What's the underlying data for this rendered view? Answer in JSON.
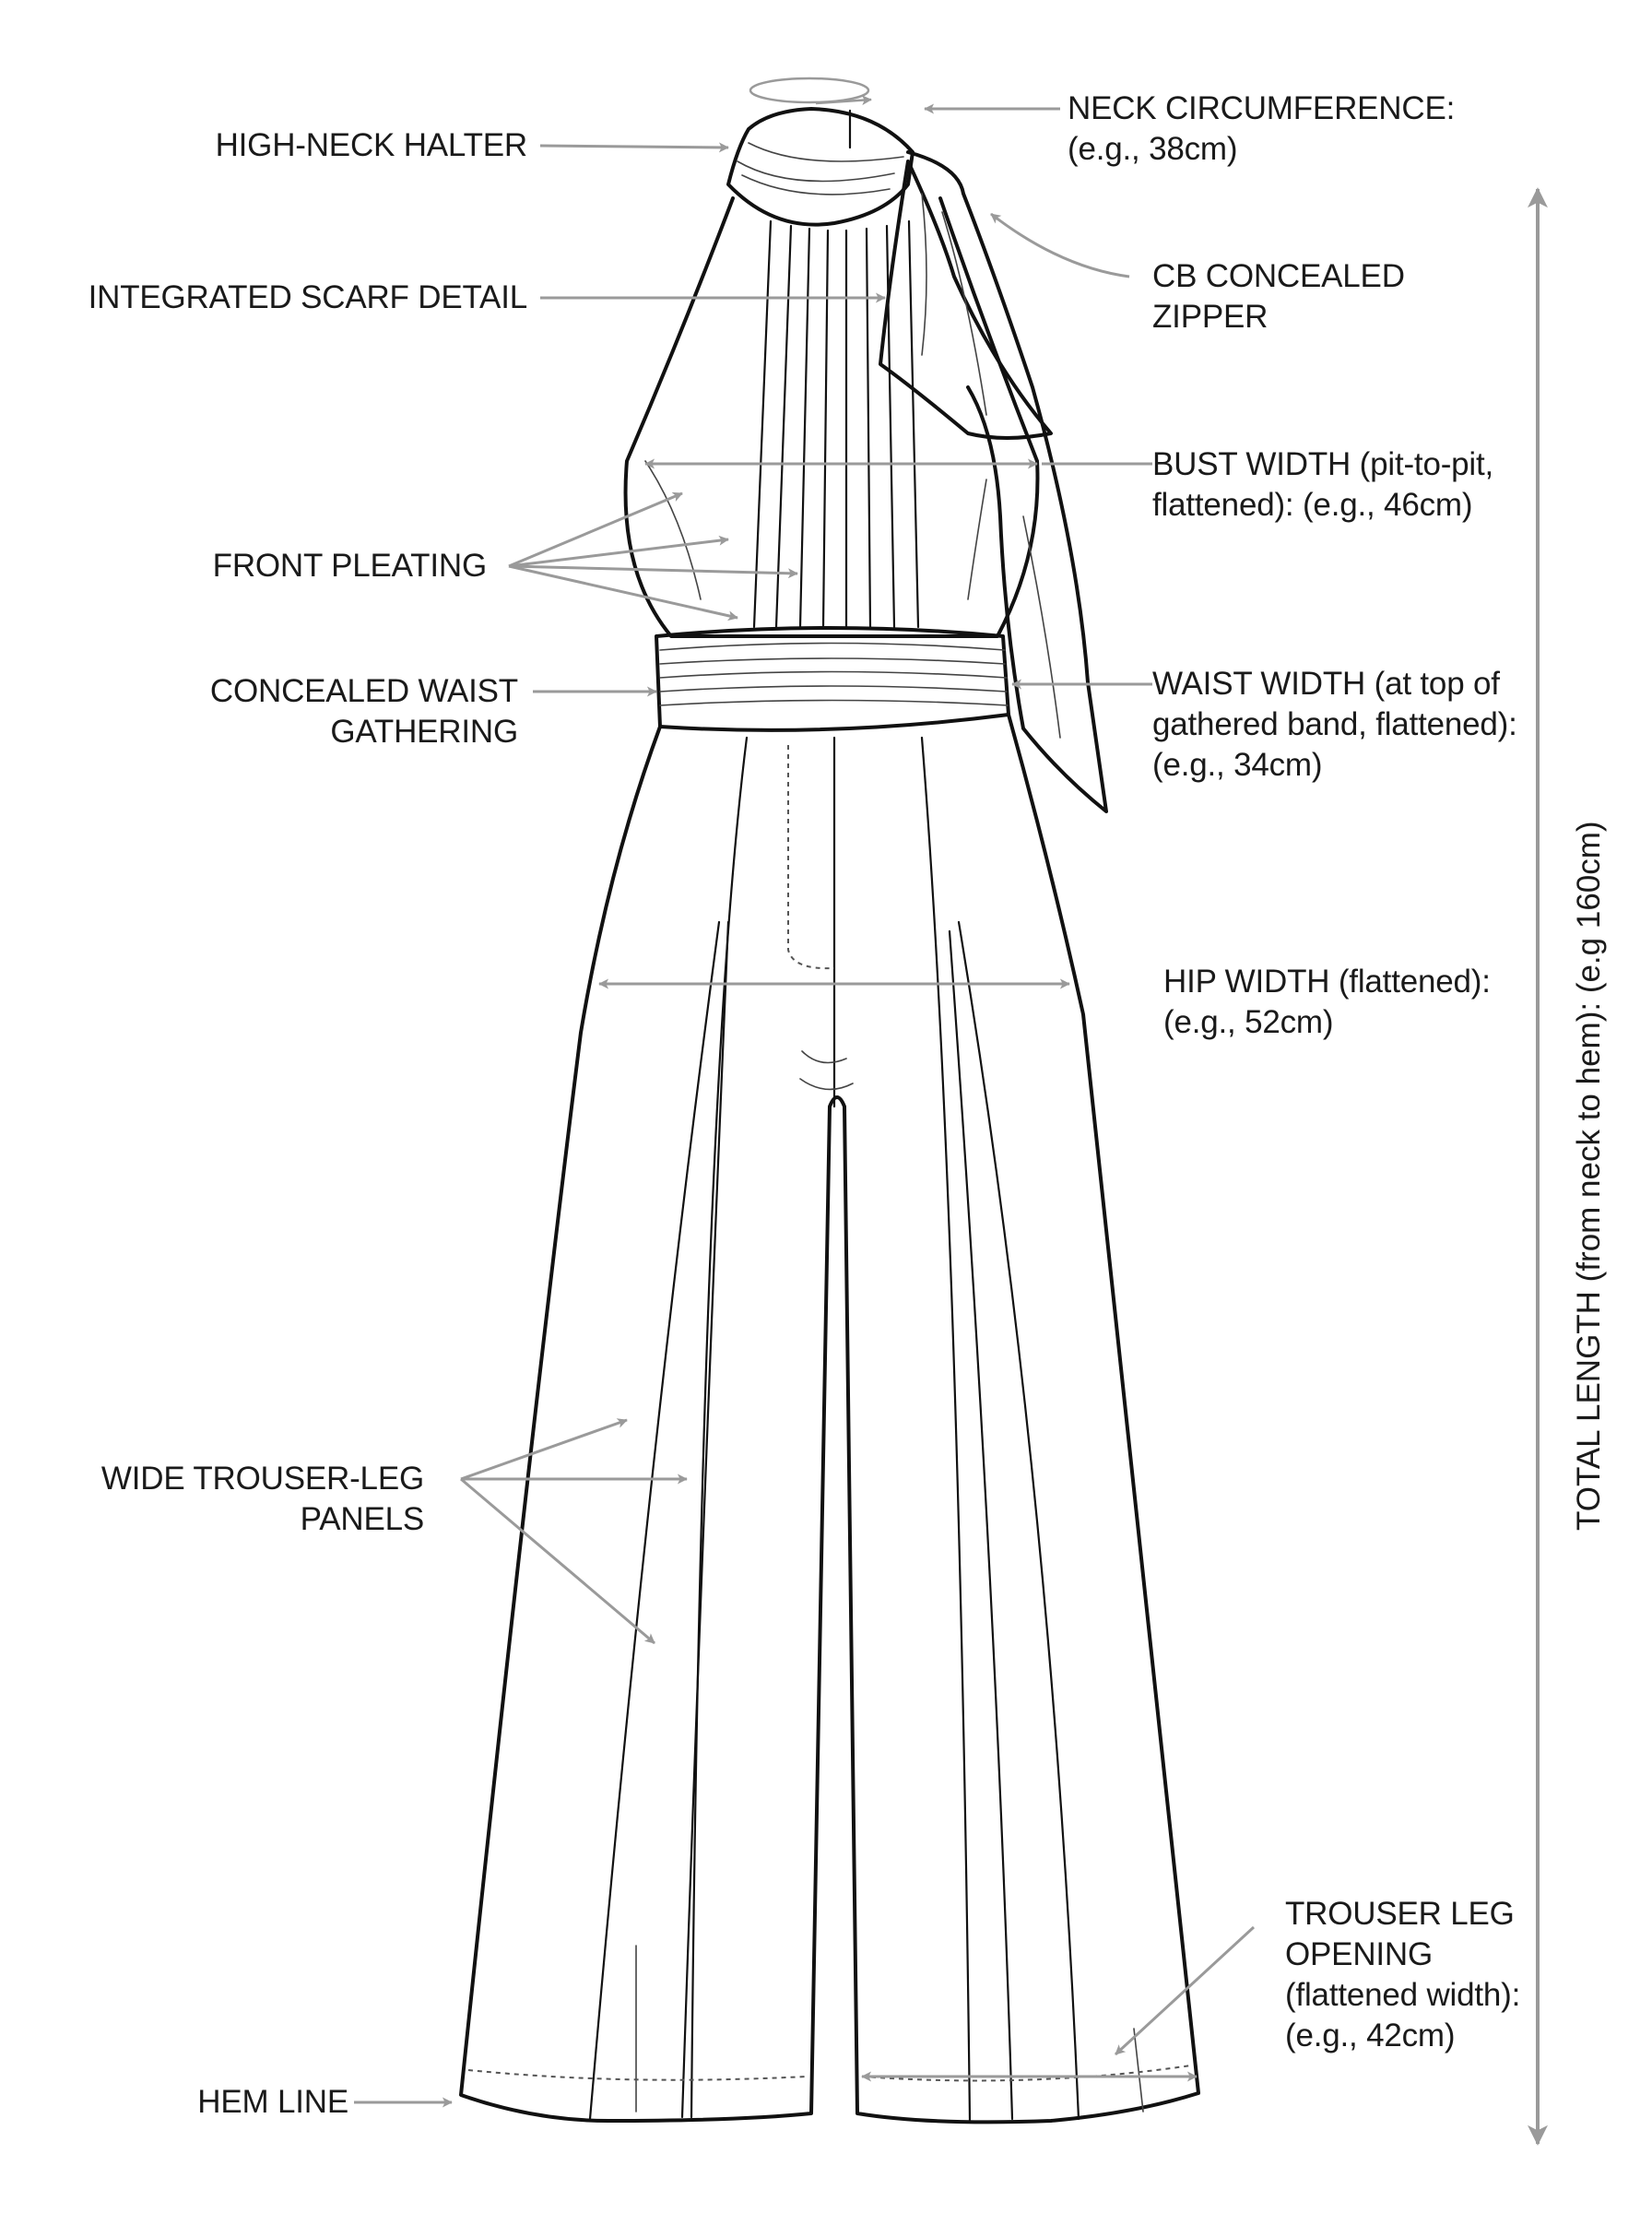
{
  "labels": {
    "high_neck_halter": "HIGH-NECK HALTER",
    "integrated_scarf": "INTEGRATED SCARF DETAIL",
    "front_pleating": "FRONT PLEATING",
    "waist_gathering": [
      "CONCEALED WAIST",
      "GATHERING"
    ],
    "trouser_leg_panels": [
      "WIDE TROUSER-LEG",
      "PANELS"
    ],
    "hem_line": "HEM LINE",
    "neck_circumference": [
      "NECK CIRCUMFERENCE:",
      "(e.g., 38cm)"
    ],
    "cb_zipper": [
      "CB CONCEALED",
      "ZIPPER"
    ],
    "bust_width": [
      "BUST WIDTH (pit-to-pit,",
      "flattened): (e.g., 46cm)"
    ],
    "waist_width": [
      "WAIST WIDTH (at top of",
      "gathered band, flattened):",
      "(e.g., 34cm)"
    ],
    "hip_width": [
      "HIP WIDTH (flattened):",
      "(e.g., 52cm)"
    ],
    "trouser_leg_opening": [
      "TROUSER LEG",
      "OPENING",
      "(flattened width):",
      "(e.g., 42cm)"
    ],
    "total_length": "TOTAL LENGTH (from neck to hem): (e.g 160cm)"
  },
  "colors": {
    "line": "#111111",
    "annotation": "#9a9a9a",
    "text": "#1a1a1a",
    "background": "#ffffff"
  }
}
